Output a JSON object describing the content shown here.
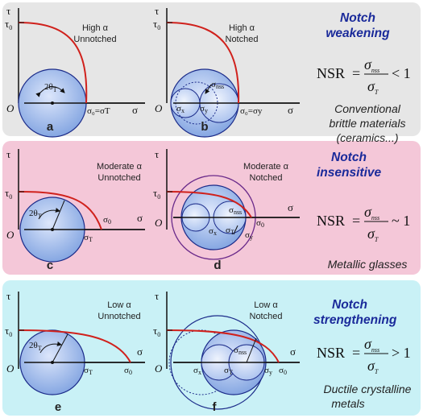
{
  "rows": [
    {
      "heading": [
        "Notch",
        "weakening"
      ],
      "nsr_rel": "< 1",
      "note": [
        "Conventional",
        "brittle materials",
        "(ceramics...)"
      ],
      "left": {
        "caption": [
          "High α",
          "Unnotched"
        ],
        "label": "a"
      },
      "right": {
        "caption": [
          "High α",
          "Notched"
        ],
        "label": "b"
      }
    },
    {
      "heading": [
        "Notch",
        "insensitive"
      ],
      "nsr_rel": "~ 1",
      "note": [
        "Metallic glasses"
      ],
      "left": {
        "caption": [
          "Moderate α",
          "Unnotched"
        ],
        "label": "c"
      },
      "right": {
        "caption": [
          "Moderate α",
          "Notched"
        ],
        "label": "d"
      }
    },
    {
      "heading": [
        "Notch",
        "strengthening"
      ],
      "nsr_rel": "> 1",
      "note": [
        "Ductile crystalline",
        "metals"
      ],
      "left": {
        "caption": [
          "Low α",
          "Unnotched"
        ],
        "label": "e"
      },
      "right": {
        "caption": [
          "Low α",
          "Notched"
        ],
        "label": "f"
      }
    }
  ],
  "formula": {
    "lhs": "NSR",
    "eq": "=",
    "num": "σ",
    "num_sub": "nss",
    "den": "σ",
    "den_sub": "T"
  },
  "symbols": {
    "tau": "τ",
    "tau0": "τ",
    "sigma": "σ",
    "origin": "O",
    "two_theta": "2θ",
    "sub_T": "T",
    "sub_0": "0",
    "sub_x": "x",
    "sub_y": "y",
    "sub_nss": "nss",
    "sigma0_eq_sigmaT": "σ₀=σT",
    "sigma0_eq_sigmay": "σ₀=σy"
  },
  "colors": {
    "band_top": "#e6e6e6",
    "band_mid": "#f4c7d8",
    "band_bot": "#c9f1f6",
    "heading": "#1a2a9a",
    "envelope": "#d0211c",
    "circle_fill": "#8fb0e6",
    "circle_stroke": "#1c2c8a"
  }
}
